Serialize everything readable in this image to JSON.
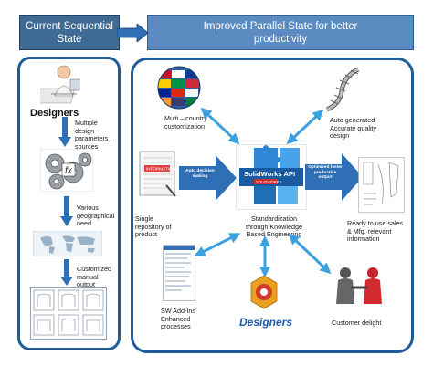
{
  "banners": {
    "current": "Current Sequential State",
    "improved": "Improved Parallel State for better productivity"
  },
  "left": {
    "designers": "Designers",
    "step1": "Multiple design parameters , sources",
    "step2": "Various geographical need",
    "step3": "Customized manual output"
  },
  "right": {
    "multi_country": "Multi – country customization",
    "auto_generated": "Auto generated Accurate quality design",
    "single_repo": "Single repository of product",
    "ready": "Ready to use sales & Mfg. relevant information",
    "standardization": "Standardization through Knowledge Based Engineering",
    "sw_addins": "SW Add-Ins Enhanced processes",
    "customer": "Customer delight",
    "designers": "Designers",
    "auto_decision": "Auto decision making",
    "optimized": "Optimized faster productive output",
    "api": "SolidWorks API",
    "info_sheet": "INFORMATION"
  },
  "colors": {
    "banner_dark": "#3e6a94",
    "banner_light": "#5b8bc0",
    "panel_border": "#1f5c99",
    "arrow_blue": "#2f6fb5",
    "arrow_cyan": "#3aa0de",
    "designers_blue": "#1e5aa8"
  }
}
